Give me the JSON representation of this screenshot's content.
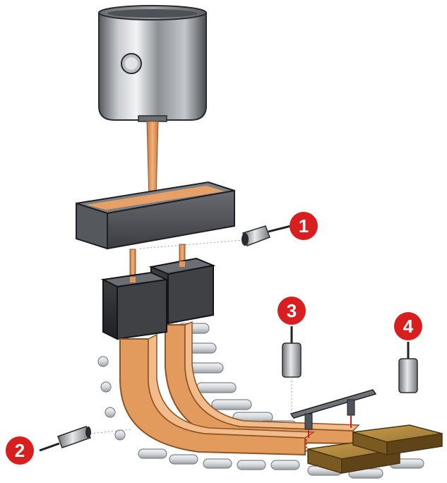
{
  "diagram": {
    "sensor_markers": [
      {
        "label": "1"
      },
      {
        "label": "2"
      },
      {
        "label": "3"
      },
      {
        "label": "4"
      }
    ],
    "colors": {
      "marker": "#d81e1e",
      "molten_steel": "#e3975b",
      "ladle_steel": "#8a8d92",
      "tundish": "#4c4e53",
      "mold": "#2d2f33",
      "slab": "#8b6a2d",
      "roller": "#d9dce0"
    },
    "icons": [
      "ladle-icon",
      "tundish-icon",
      "mold-icon",
      "roller-icon",
      "sensor-icon",
      "torch-cutter-icon",
      "slab-icon"
    ]
  }
}
